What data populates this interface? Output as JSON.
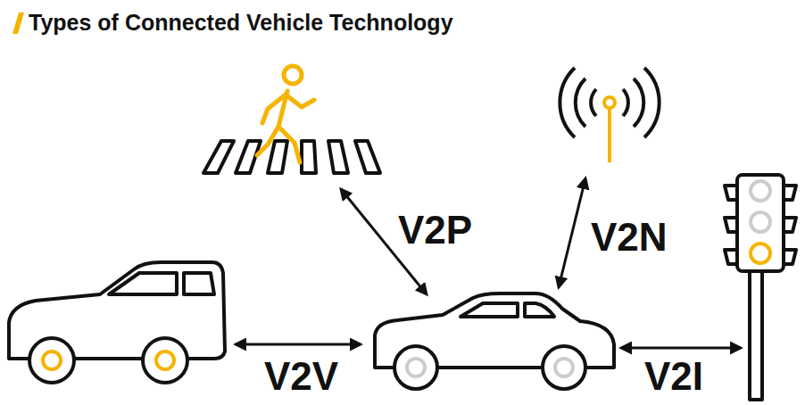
{
  "diagram": {
    "title": "Types of Connected Vehicle Technology",
    "labels": [
      "V2P",
      "V2N",
      "V2V",
      "V2I"
    ]
  }
}
